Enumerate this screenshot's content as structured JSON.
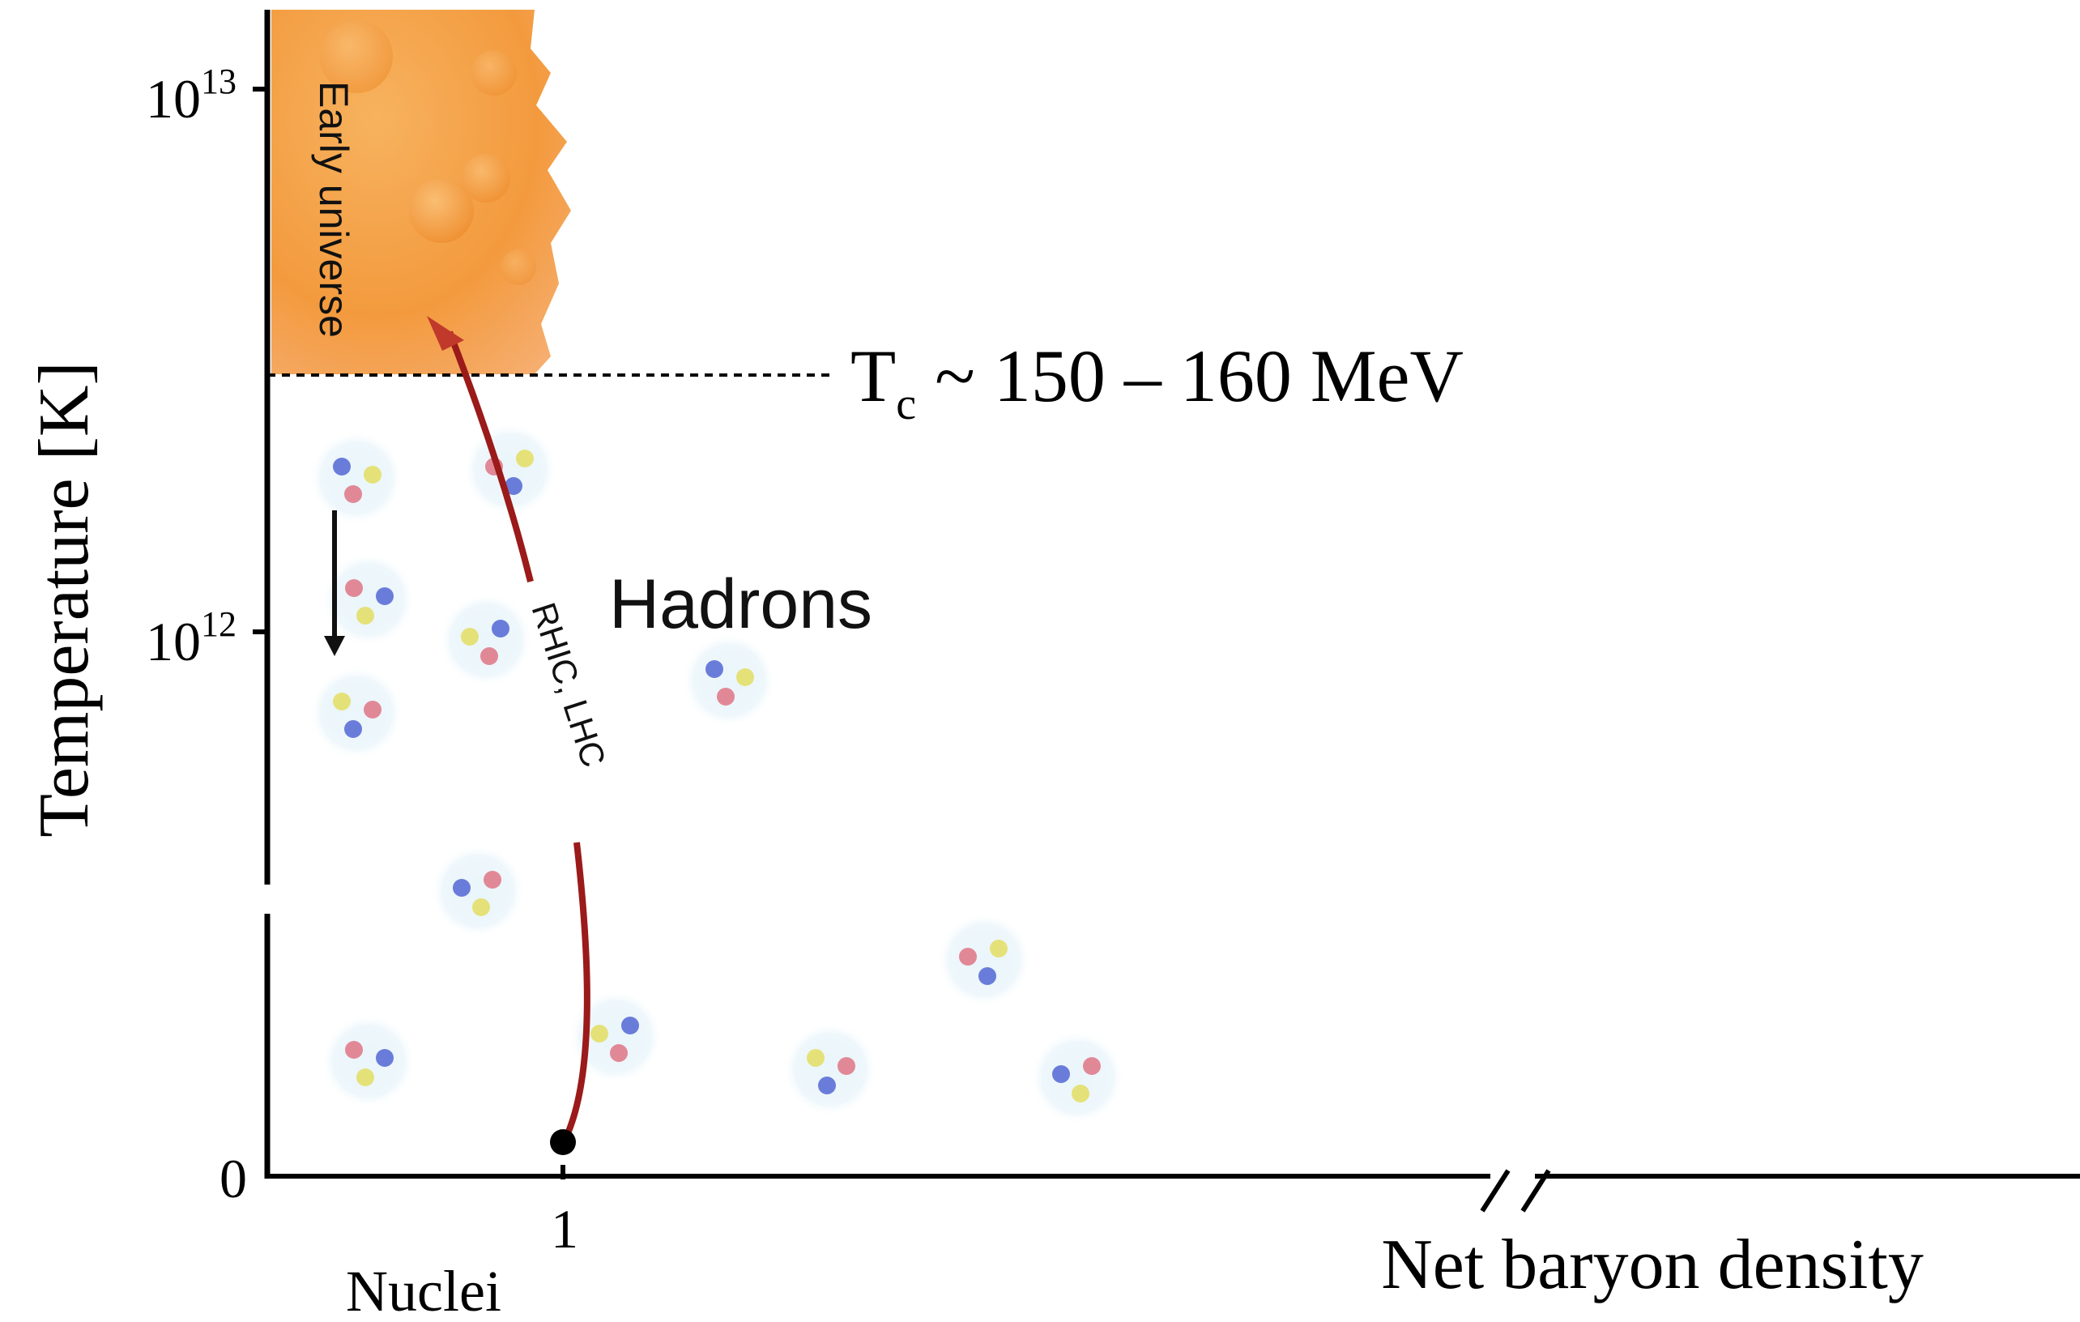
{
  "diagram": {
    "y_axis": {
      "label": "Temperature [K]",
      "ticks": [
        {
          "base": "10",
          "exp": "13"
        },
        {
          "base": "10",
          "exp": "12"
        },
        {
          "base": "0",
          "exp": ""
        }
      ]
    },
    "x_axis": {
      "label": "Net baryon density",
      "tick_1": "1",
      "tick_nuclei": "Nuclei"
    },
    "tc_line": {
      "prefix": "T",
      "subscript": "c",
      "suffix": " ~ 150 – 160 MeV"
    },
    "region_labels": {
      "early_universe": "Early universe",
      "hadrons": "Hadrons",
      "collider_path": "RHIC, LHC"
    },
    "colors": {
      "qgp_orange": "#f39a3e",
      "collider_arrow": "#9b1a1a",
      "axis": "#000000",
      "quark_blue": "#5c6fd6",
      "quark_red": "#e07c8c",
      "quark_yellow": "#e4df6a",
      "hadron_glow": "#dff0f8"
    }
  }
}
